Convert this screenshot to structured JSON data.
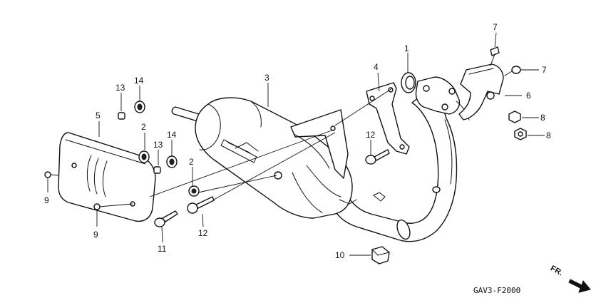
{
  "diagram": {
    "code": "GAV3-F2000",
    "direction_label": "FR.",
    "callouts": [
      {
        "id": "c1",
        "label": "1"
      },
      {
        "id": "c2a",
        "label": "2"
      },
      {
        "id": "c2b",
        "label": "2"
      },
      {
        "id": "c3",
        "label": "3"
      },
      {
        "id": "c4",
        "label": "4"
      },
      {
        "id": "c5",
        "label": "5"
      },
      {
        "id": "c6",
        "label": "6"
      },
      {
        "id": "c7a",
        "label": "7"
      },
      {
        "id": "c7b",
        "label": "7"
      },
      {
        "id": "c8a",
        "label": "8"
      },
      {
        "id": "c8b",
        "label": "8"
      },
      {
        "id": "c9a",
        "label": "9"
      },
      {
        "id": "c9b",
        "label": "9"
      },
      {
        "id": "c10",
        "label": "10"
      },
      {
        "id": "c11",
        "label": "11"
      },
      {
        "id": "c12a",
        "label": "12"
      },
      {
        "id": "c12b",
        "label": "12"
      },
      {
        "id": "c13a",
        "label": "13"
      },
      {
        "id": "c13b",
        "label": "13"
      },
      {
        "id": "c14a",
        "label": "14"
      },
      {
        "id": "c14b",
        "label": "14"
      }
    ]
  }
}
